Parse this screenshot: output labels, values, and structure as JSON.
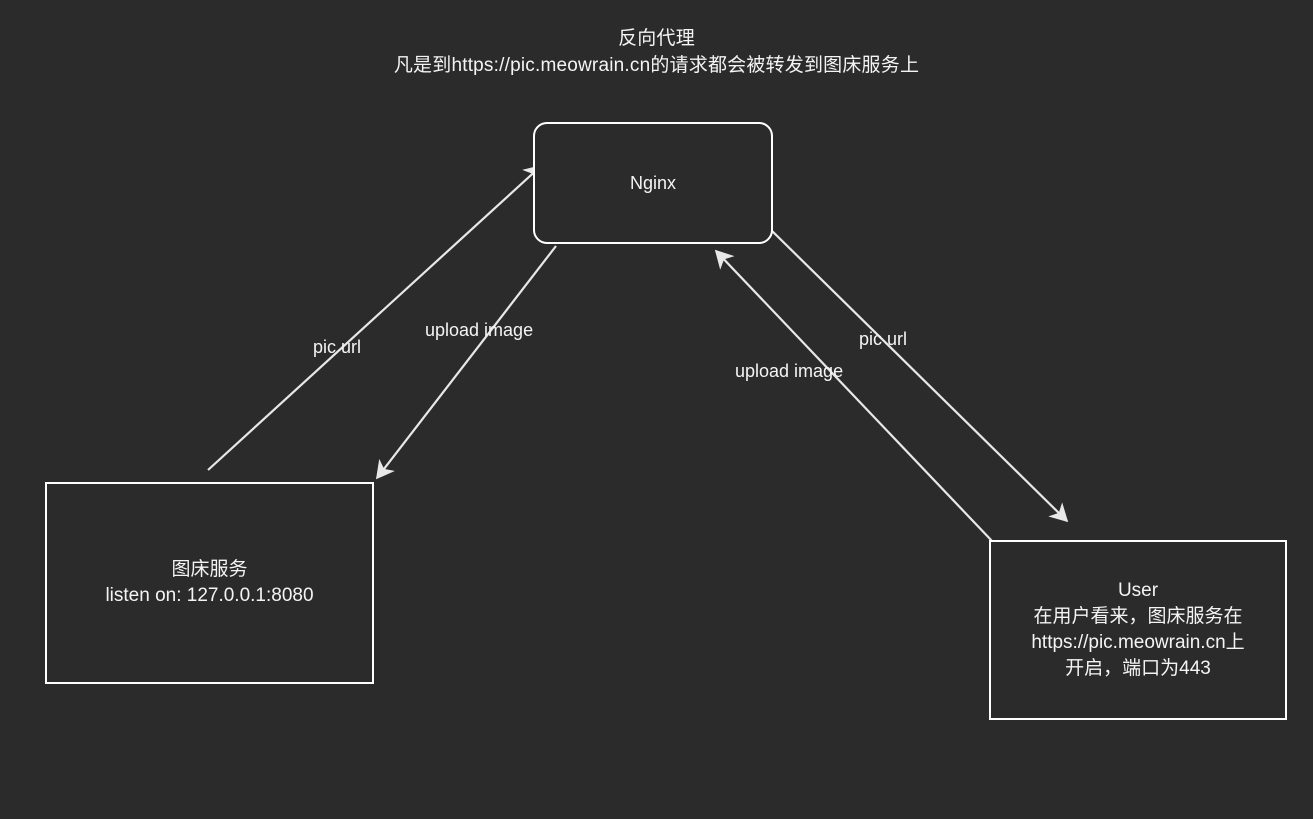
{
  "diagram": {
    "background_color": "#2b2b2b",
    "stroke_color": "#ffffff",
    "text_color": "#f4f4f4",
    "title": {
      "line1": "反向代理",
      "line2": "凡是到https://pic.meowrain.cn的请求都会被转发到图床服务上"
    },
    "nodes": {
      "nginx": {
        "label": "Nginx",
        "shape": "rounded-rectangle"
      },
      "image_service": {
        "line1": "图床服务",
        "line2": "listen on: 127.0.0.1:8080",
        "shape": "rectangle"
      },
      "user": {
        "line1": "User",
        "line2": "在用户看来，图床服务在",
        "line3": "https://pic.meowrain.cn上",
        "line4": "开启，端口为443",
        "shape": "rectangle"
      }
    },
    "edges": [
      {
        "id": "image-service-to-nginx",
        "label": "pic url",
        "from": "image_service",
        "to": "nginx",
        "direction": "up-right"
      },
      {
        "id": "nginx-to-image-service",
        "label": "upload image",
        "from": "nginx",
        "to": "image_service",
        "direction": "down-left"
      },
      {
        "id": "nginx-to-user",
        "label": "pic url",
        "from": "nginx",
        "to": "user",
        "direction": "down-right"
      },
      {
        "id": "user-to-nginx",
        "label": "upload image",
        "from": "user",
        "to": "nginx",
        "direction": "up-left"
      }
    ]
  }
}
